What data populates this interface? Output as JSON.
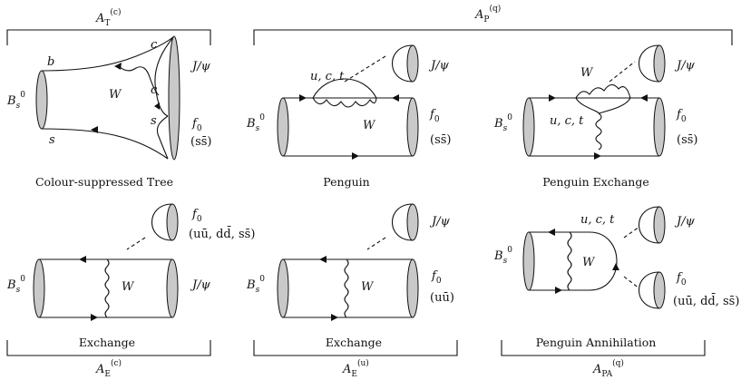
{
  "brackets": {
    "AT": {
      "main": "A",
      "sub": "T",
      "sup": "(c)"
    },
    "AP": {
      "main": "A",
      "sub": "P",
      "sup": "(q)"
    },
    "AEc": {
      "main": "A",
      "sub": "E",
      "sup": "(c)"
    },
    "AEu": {
      "main": "A",
      "sub": "E",
      "sup": "(u)"
    },
    "APA": {
      "main": "A",
      "sub": "PA",
      "sup": "(q)"
    }
  },
  "labels": {
    "Bs_main": "B",
    "Bs_sub": "s",
    "Bs_sup": "0",
    "jpsi": "J/ψ",
    "f0": "f",
    "f0_sub": "0",
    "ssbar": "(ss̄)",
    "uubar": "(uū)",
    "flavors": "(uū, dd̄, ss̄)",
    "W": "W",
    "b": "b",
    "s": "s",
    "c": "c",
    "uct": "u, c, t"
  },
  "captions": {
    "tree": "Colour-suppressed Tree",
    "penguin": "Penguin",
    "penguin_exchange": "Penguin Exchange",
    "exchange1": "Exchange",
    "exchange2": "Exchange",
    "penguin_annihilation": "Penguin Annihilation"
  }
}
